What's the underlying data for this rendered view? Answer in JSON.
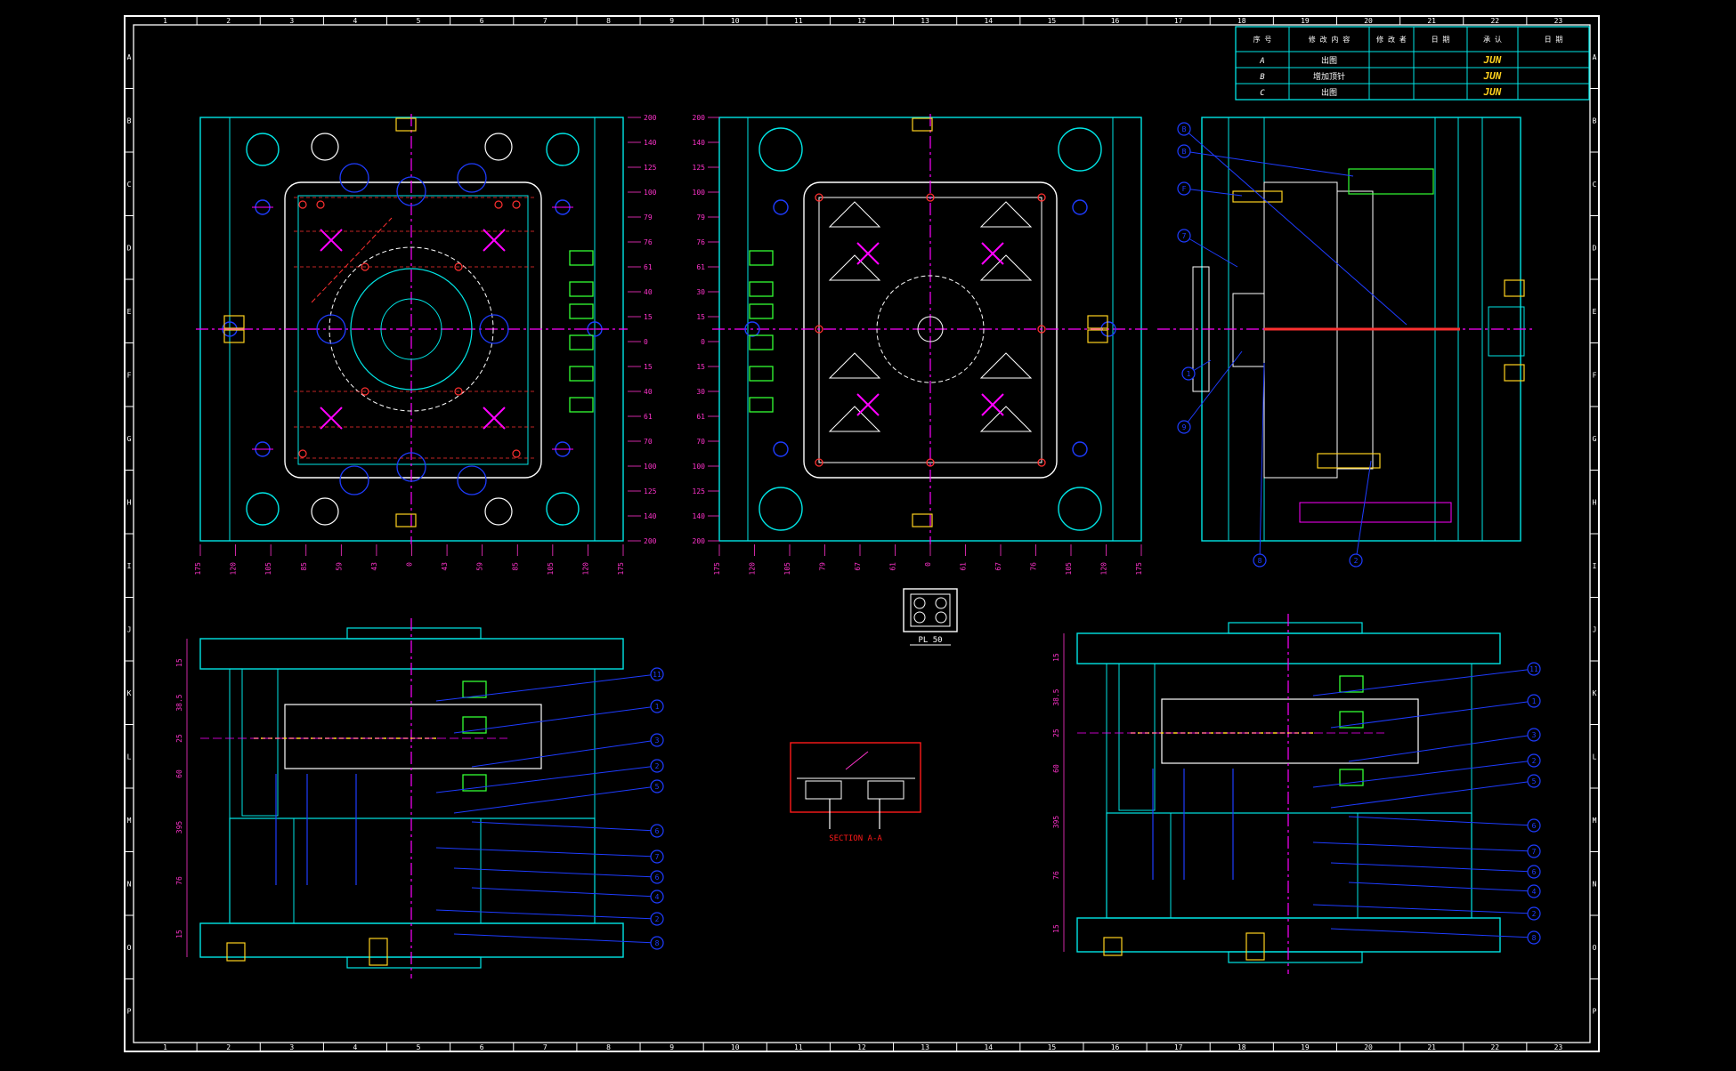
{
  "colors": {
    "background": "#000000",
    "frame": "#ffffff",
    "outline": "#00e5e5",
    "centerline": "#ff00ff",
    "dimension": "#ff33cc",
    "leader": "#1e3cff",
    "pin": "#ff3030",
    "hardware": "#ffd21e",
    "cooling": "#33ff33",
    "section": "#ff1a1a"
  },
  "frame": {
    "columns": [
      "1",
      "2",
      "3",
      "4",
      "5",
      "6",
      "7",
      "8",
      "9",
      "10",
      "11",
      "12",
      "13",
      "14",
      "15",
      "16",
      "17",
      "18",
      "19",
      "20",
      "21",
      "22",
      "23"
    ],
    "rows": [
      "A",
      "B",
      "C",
      "D",
      "E",
      "F",
      "G",
      "H",
      "I",
      "J",
      "K",
      "L",
      "M",
      "N",
      "O",
      "P"
    ]
  },
  "revision_table": {
    "headers": [
      "序 号",
      "修 改 内 容",
      "修 改 者",
      "日 期",
      "承 认",
      "日 期"
    ],
    "rows": [
      {
        "rev": "A",
        "content": "出图",
        "by": "",
        "date": "",
        "approver": "JUN",
        "approved": ""
      },
      {
        "rev": "B",
        "content": "增加顶针",
        "by": "",
        "date": "",
        "approver": "JUN",
        "approved": ""
      },
      {
        "rev": "C",
        "content": "出图",
        "by": "",
        "date": "",
        "approver": "JUN",
        "approved": ""
      }
    ]
  },
  "plan_left": {
    "right_dims": [
      "200",
      "140",
      "125",
      "100",
      "79",
      "76",
      "61",
      "40",
      "15",
      "0",
      "15",
      "40",
      "61",
      "70",
      "100",
      "125",
      "140",
      "200"
    ],
    "bottom_dims": [
      "175",
      "120",
      "105",
      "85",
      "59",
      "43",
      "0",
      "43",
      "59",
      "85",
      "105",
      "120",
      "175"
    ]
  },
  "plan_middle": {
    "left_dims": [
      "200",
      "140",
      "125",
      "100",
      "79",
      "76",
      "61",
      "30",
      "15",
      "0",
      "15",
      "30",
      "61",
      "70",
      "100",
      "125",
      "140",
      "200"
    ],
    "bottom_dims": [
      "175",
      "120",
      "105",
      "79",
      "67",
      "61",
      "0",
      "61",
      "67",
      "76",
      "105",
      "120",
      "175"
    ]
  },
  "side_view": {
    "balloons": [
      "B",
      "B",
      "F",
      "7",
      "9",
      "8",
      "2",
      "1"
    ]
  },
  "detail": {
    "label": "PL 50"
  },
  "section_detail": {
    "label": "SECTION A-A"
  },
  "section_left": {
    "balloons": [
      "11",
      "1",
      "3",
      "2",
      "5",
      "6",
      "7",
      "6",
      "4",
      "2",
      "8"
    ],
    "dims": [
      "15",
      "38.5",
      "25",
      "60",
      "395",
      "76",
      "15"
    ]
  },
  "section_right": {
    "balloons": [
      "11",
      "1",
      "3",
      "2",
      "5",
      "6",
      "7",
      "6",
      "4",
      "2",
      "8"
    ],
    "dims": [
      "15",
      "38.5",
      "25",
      "60",
      "395",
      "76",
      "15"
    ]
  }
}
